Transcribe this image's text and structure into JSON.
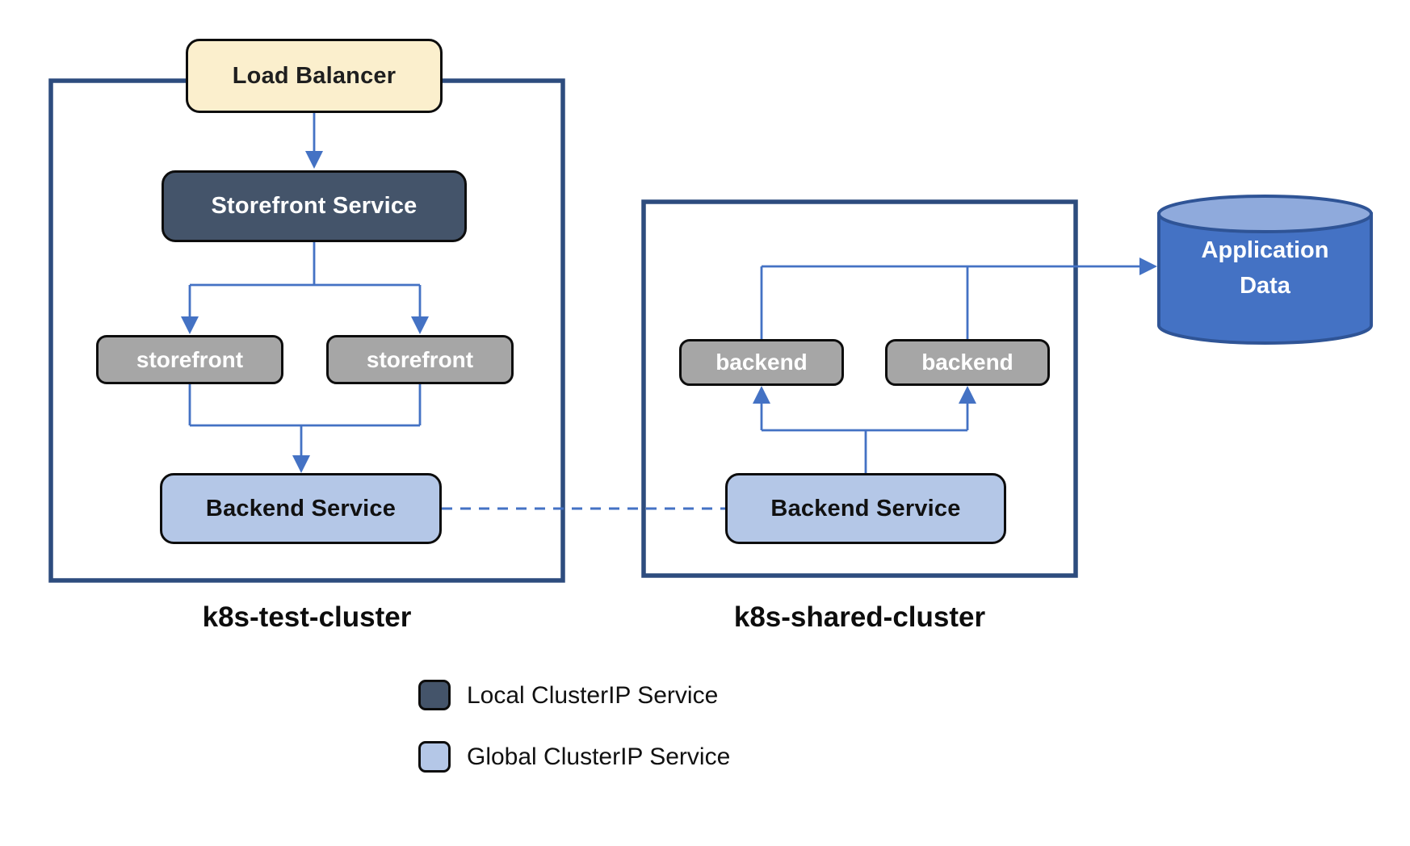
{
  "diagram": {
    "title": "multi-cluster kubernetes services diagram",
    "test_cluster": {
      "label": "k8s-test-cluster",
      "load_balancer": "Load Balancer",
      "storefront_service": "Storefront Service",
      "pods": [
        "storefront",
        "storefront"
      ],
      "backend_service": "Backend Service"
    },
    "shared_cluster": {
      "label": "k8s-shared-cluster",
      "pods": [
        "backend",
        "backend"
      ],
      "backend_service": "Backend Service"
    },
    "database": {
      "line1": "Application",
      "line2": "Data"
    },
    "legend": [
      {
        "label": "Local ClusterIP Service",
        "swatch_color": "#44546A"
      },
      {
        "label": "Global ClusterIP Service",
        "swatch_color": "#B4C7E7"
      }
    ],
    "colors": {
      "cluster_border": "#2D4C7E",
      "connector_blue": "#4472C4",
      "load_balancer_fill": "#FBEFCD",
      "local_service_fill": "#44546A",
      "global_service_fill": "#B4C7E7",
      "pod_fill": "#A6A6A6",
      "cylinder_body": "#4472C4",
      "cylinder_top": "#8FAADC",
      "cylinder_border": "#2F5496",
      "box_border": "#0D0D0D"
    }
  }
}
